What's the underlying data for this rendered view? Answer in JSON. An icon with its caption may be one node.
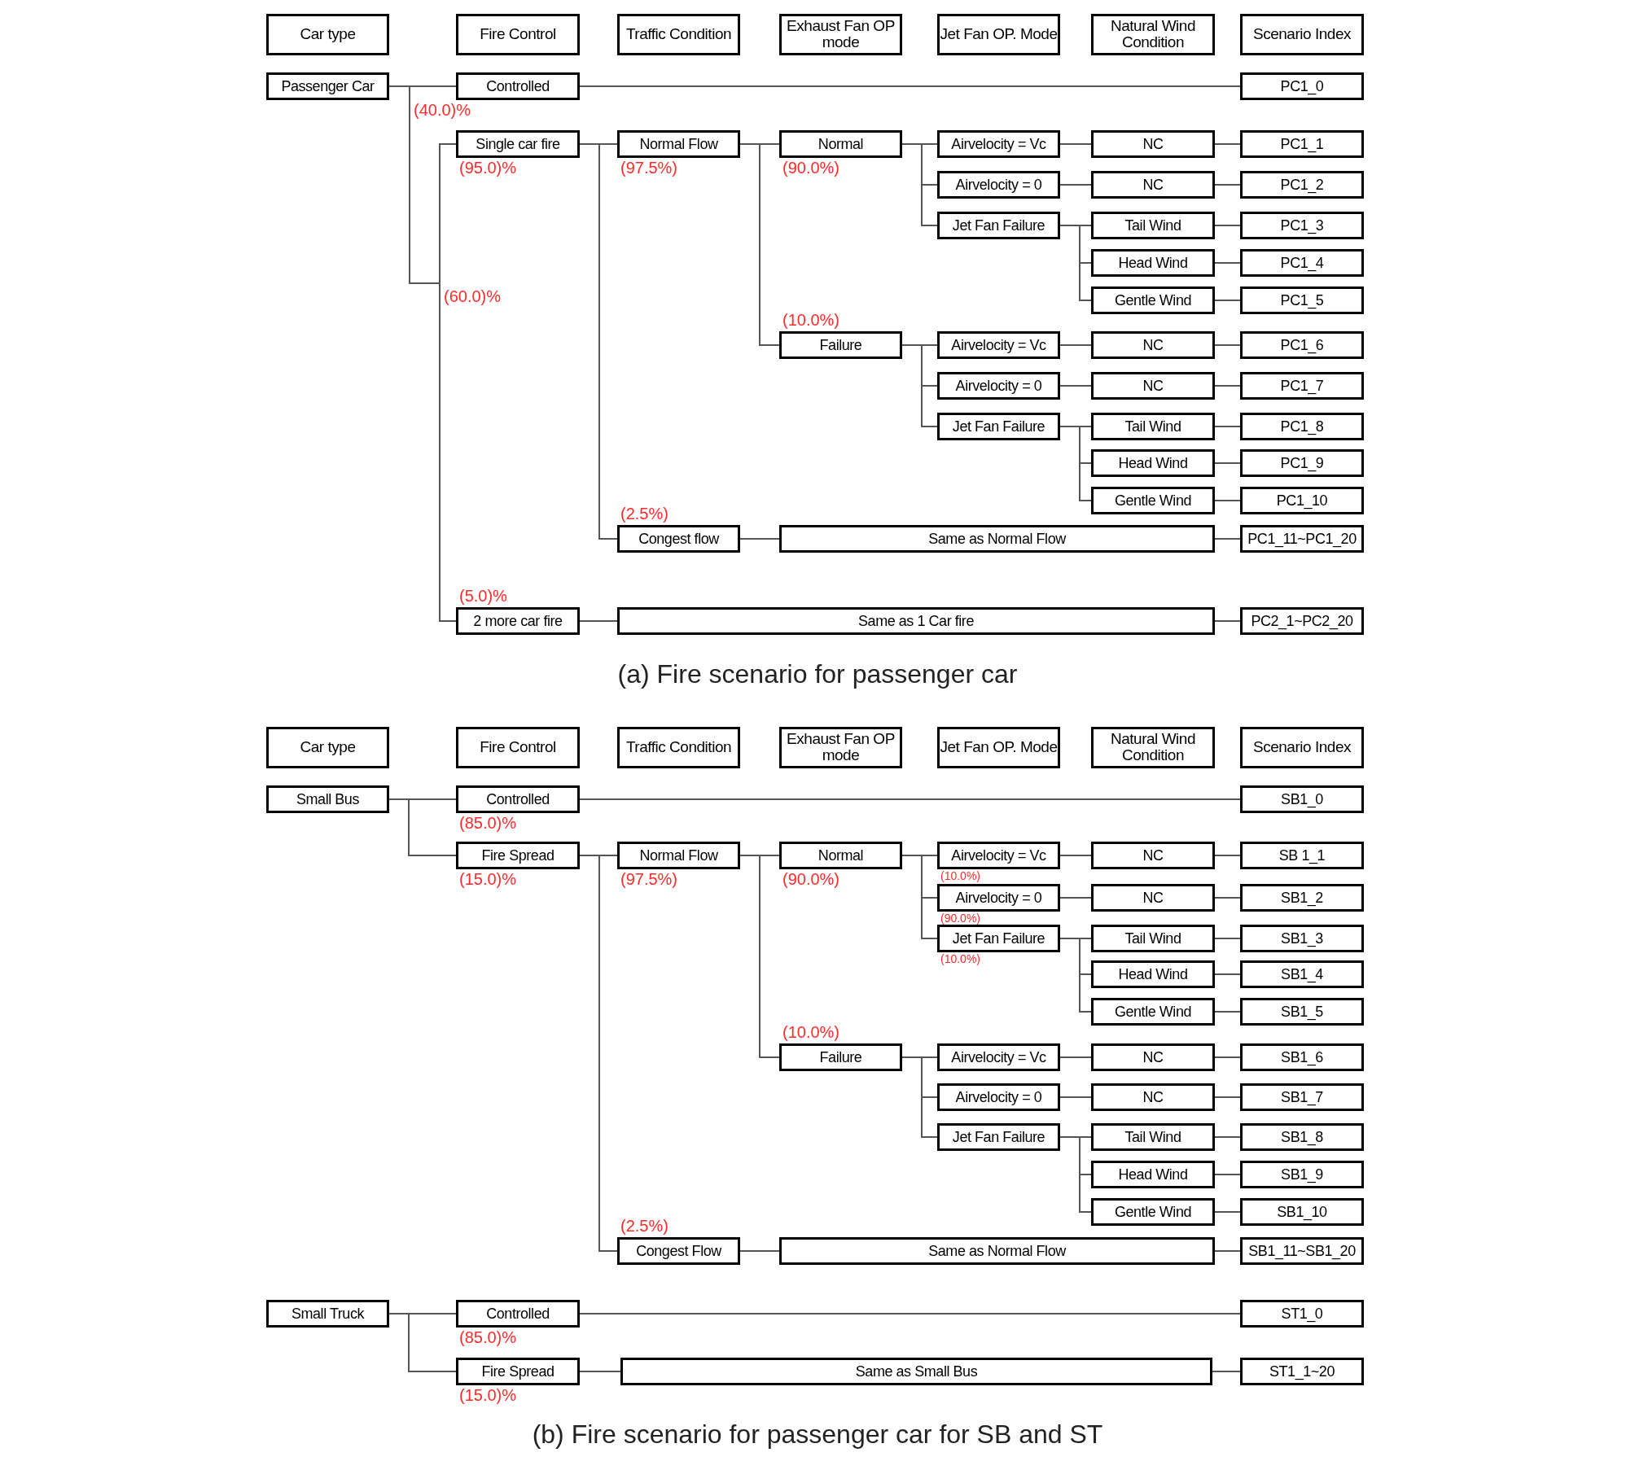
{
  "diagram": {
    "nodes": [
      {
        "text": [
          "Car type"
        ]
      },
      {
        "text": [
          "Fire Control"
        ]
      },
      {
        "text": [
          "Traffic Condition"
        ]
      },
      {
        "text": [
          "Exhaust Fan OP mode"
        ]
      },
      {
        "text": [
          "Jet Fan OP. Mode"
        ]
      },
      {
        "text": [
          "Natural Wind Condition"
        ]
      },
      {
        "text": [
          "Scenario Index"
        ]
      },
      {
        "text": [
          "Passenger Car"
        ]
      },
      {
        "text": [
          "Controlled"
        ],
        "beside": [
          "(40.0)%"
        ]
      },
      {
        "text": [
          "PC1_0"
        ]
      },
      {
        "text": [
          "Single car fire"
        ],
        "beside": [
          "(95.0)%"
        ]
      },
      {
        "text": [
          "Normal Flow"
        ],
        "beside": [
          "(97.5%)"
        ]
      },
      {
        "text": [
          "Normal"
        ],
        "beside": [
          "(90.0%)"
        ]
      },
      {
        "text": [
          "Airvelocity = Vc"
        ]
      },
      {
        "text": [
          "NC"
        ]
      },
      {
        "text": [
          "PC1_1"
        ]
      },
      {
        "text": [
          "Airvelocity = 0"
        ]
      },
      {
        "text": [
          "NC"
        ]
      },
      {
        "text": [
          "PC1_2"
        ]
      },
      {
        "text": [
          "Jet Fan Failure"
        ]
      },
      {
        "text": [
          "Tail Wind"
        ]
      },
      {
        "text": [
          "PC1_3"
        ]
      },
      {
        "text": [
          "Head Wind"
        ]
      },
      {
        "text": [
          "PC1_4"
        ]
      },
      {
        "text": [
          "Gentle Wind"
        ]
      },
      {
        "text": [
          "PC1_5"
        ]
      },
      {
        "text": [
          "Failure"
        ],
        "beside": [
          "(10.0%)"
        ]
      },
      {
        "text": [
          "Airvelocity = Vc"
        ]
      },
      {
        "text": [
          "NC"
        ]
      },
      {
        "text": [
          "PC1_6"
        ]
      },
      {
        "text": [
          "Airvelocity = 0"
        ]
      },
      {
        "text": [
          "NC"
        ]
      },
      {
        "text": [
          "PC1_7"
        ]
      },
      {
        "text": [
          "Jet Fan Failure"
        ]
      },
      {
        "text": [
          "Tail Wind"
        ]
      },
      {
        "text": [
          "PC1_8"
        ]
      },
      {
        "text": [
          "Head Wind"
        ]
      },
      {
        "text": [
          "PC1_9"
        ]
      },
      {
        "text": [
          "Gentle Wind"
        ]
      },
      {
        "text": [
          "PC1_10"
        ]
      },
      {
        "text": [
          "Congest flow"
        ],
        "beside": [
          "(2.5%)"
        ]
      },
      {
        "text": [
          "Same as Normal Flow"
        ]
      },
      {
        "text": [
          "PC1_11~PC1_20"
        ]
      },
      {
        "text": [
          "2 more car fire"
        ],
        "beside": [
          "(5.0)%"
        ]
      },
      {
        "text": [
          "Same as 1 Car fire"
        ]
      },
      {
        "text": [
          "PC2_1~PC2_20"
        ]
      },
      {
        "text": [
          "Car type"
        ]
      },
      {
        "text": [
          "Fire Control"
        ]
      },
      {
        "text": [
          "Traffic Condition"
        ]
      },
      {
        "text": [
          "Exhaust Fan OP mode"
        ]
      },
      {
        "text": [
          "Jet Fan OP. Mode"
        ]
      },
      {
        "text": [
          "Natural Wind Condition"
        ]
      },
      {
        "text": [
          "Scenario Index"
        ]
      },
      {
        "text": [
          "Small Bus"
        ]
      },
      {
        "text": [
          "Controlled"
        ],
        "beside": [
          "(85.0)%"
        ]
      },
      {
        "text": [
          "SB1_0"
        ]
      },
      {
        "text": [
          "Fire Spread"
        ],
        "beside": [
          "(15.0)%"
        ]
      },
      {
        "text": [
          "Normal Flow"
        ],
        "beside": [
          "(97.5%)"
        ]
      },
      {
        "text": [
          "Normal"
        ],
        "beside": [
          "(90.0%)"
        ]
      },
      {
        "text": [
          "Airvelocity = Vc"
        ],
        "beside": [
          "(10.0%)"
        ]
      },
      {
        "text": [
          "NC"
        ]
      },
      {
        "text": [
          "SB 1_1"
        ]
      },
      {
        "text": [
          "Airvelocity = 0"
        ],
        "beside": [
          "(90.0%)"
        ]
      },
      {
        "text": [
          "NC"
        ]
      },
      {
        "text": [
          "SB1_2"
        ]
      },
      {
        "text": [
          "Jet Fan Failure"
        ],
        "beside": [
          "(10.0%)"
        ]
      },
      {
        "text": [
          "Tail Wind"
        ]
      },
      {
        "text": [
          "SB1_3"
        ]
      },
      {
        "text": [
          "Head Wind"
        ]
      },
      {
        "text": [
          "SB1_4"
        ]
      },
      {
        "text": [
          "Gentle Wind"
        ]
      },
      {
        "text": [
          "SB1_5"
        ]
      },
      {
        "text": [
          "Failure"
        ],
        "beside": [
          "(10.0%)"
        ]
      },
      {
        "text": [
          "Airvelocity = Vc"
        ]
      },
      {
        "text": [
          "NC"
        ]
      },
      {
        "text": [
          "SB1_6"
        ]
      },
      {
        "text": [
          "Airvelocity = 0"
        ]
      },
      {
        "text": [
          "NC"
        ]
      },
      {
        "text": [
          "SB1_7"
        ]
      },
      {
        "text": [
          "Jet Fan Failure"
        ]
      },
      {
        "text": [
          "Tail Wind"
        ]
      },
      {
        "text": [
          "SB1_8"
        ]
      },
      {
        "text": [
          "Head Wind"
        ]
      },
      {
        "text": [
          "SB1_9"
        ]
      },
      {
        "text": [
          "Gentle Wind"
        ]
      },
      {
        "text": [
          "SB1_10"
        ]
      },
      {
        "text": [
          "Congest Flow"
        ],
        "beside": [
          "(2.5%)"
        ]
      },
      {
        "text": [
          "Same as Normal Flow"
        ]
      },
      {
        "text": [
          "SB1_11~SB1_20"
        ]
      },
      {
        "text": [
          "Small Truck"
        ]
      },
      {
        "text": [
          "Controlled"
        ],
        "beside": [
          "(85.0)%"
        ]
      },
      {
        "text": [
          "ST1_0"
        ]
      },
      {
        "text": [
          "Fire Spread"
        ],
        "beside": [
          "(15.0)%"
        ]
      },
      {
        "text": [
          "Same as Small Bus"
        ]
      },
      {
        "text": [
          "ST1_1~20"
        ]
      }
    ],
    "edges": [
      {
        "from": 7,
        "to": 8,
        "arrow": "none"
      },
      {
        "from": 8,
        "to": 9,
        "arrow": "none"
      },
      {
        "from": 7,
        "to": 10,
        "arrow": "none"
      },
      {
        "from": 7,
        "to": 43,
        "arrow": "none"
      },
      {
        "from": 10,
        "to": 11,
        "arrow": "none"
      },
      {
        "from": 10,
        "to": 40,
        "arrow": "none"
      },
      {
        "from": 11,
        "to": 12,
        "arrow": "none"
      },
      {
        "from": 11,
        "to": 26,
        "arrow": "none"
      },
      {
        "from": 12,
        "to": 13,
        "arrow": "none"
      },
      {
        "from": 12,
        "to": 16,
        "arrow": "none"
      },
      {
        "from": 12,
        "to": 19,
        "arrow": "none"
      },
      {
        "from": 13,
        "to": 14,
        "arrow": "none"
      },
      {
        "from": 14,
        "to": 15,
        "arrow": "none"
      },
      {
        "from": 16,
        "to": 17,
        "arrow": "none"
      },
      {
        "from": 17,
        "to": 18,
        "arrow": "none"
      },
      {
        "from": 19,
        "to": 20,
        "arrow": "none"
      },
      {
        "from": 19,
        "to": 22,
        "arrow": "none"
      },
      {
        "from": 19,
        "to": 24,
        "arrow": "none"
      },
      {
        "from": 20,
        "to": 21,
        "arrow": "none"
      },
      {
        "from": 22,
        "to": 23,
        "arrow": "none"
      },
      {
        "from": 24,
        "to": 25,
        "arrow": "none"
      },
      {
        "from": 26,
        "to": 27,
        "arrow": "none"
      },
      {
        "from": 26,
        "to": 30,
        "arrow": "none"
      },
      {
        "from": 26,
        "to": 33,
        "arrow": "none"
      },
      {
        "from": 27,
        "to": 28,
        "arrow": "none"
      },
      {
        "from": 28,
        "to": 29,
        "arrow": "none"
      },
      {
        "from": 30,
        "to": 31,
        "arrow": "none"
      },
      {
        "from": 31,
        "to": 32,
        "arrow": "none"
      },
      {
        "from": 33,
        "to": 34,
        "arrow": "none"
      },
      {
        "from": 33,
        "to": 36,
        "arrow": "none"
      },
      {
        "from": 33,
        "to": 38,
        "arrow": "none"
      },
      {
        "from": 34,
        "to": 35,
        "arrow": "none"
      },
      {
        "from": 36,
        "to": 37,
        "arrow": "none"
      },
      {
        "from": 38,
        "to": 39,
        "arrow": "none"
      },
      {
        "from": 40,
        "to": 41,
        "arrow": "none"
      },
      {
        "from": 41,
        "to": 42,
        "arrow": "none"
      },
      {
        "from": 43,
        "to": 44,
        "arrow": "none"
      },
      {
        "from": 44,
        "to": 45,
        "arrow": "none"
      },
      {
        "from": 53,
        "to": 54,
        "arrow": "none"
      },
      {
        "from": 54,
        "to": 55,
        "arrow": "none"
      },
      {
        "from": 53,
        "to": 56,
        "arrow": "none"
      },
      {
        "from": 56,
        "to": 57,
        "arrow": "none"
      },
      {
        "from": 56,
        "to": 86,
        "arrow": "none"
      },
      {
        "from": 57,
        "to": 58,
        "arrow": "none"
      },
      {
        "from": 57,
        "to": 72,
        "arrow": "none"
      },
      {
        "from": 58,
        "to": 59,
        "arrow": "none"
      },
      {
        "from": 58,
        "to": 62,
        "arrow": "none"
      },
      {
        "from": 58,
        "to": 65,
        "arrow": "none"
      },
      {
        "from": 59,
        "to": 60,
        "arrow": "none"
      },
      {
        "from": 60,
        "to": 61,
        "arrow": "none"
      },
      {
        "from": 62,
        "to": 63,
        "arrow": "none"
      },
      {
        "from": 63,
        "to": 64,
        "arrow": "none"
      },
      {
        "from": 65,
        "to": 66,
        "arrow": "none"
      },
      {
        "from": 65,
        "to": 68,
        "arrow": "none"
      },
      {
        "from": 65,
        "to": 70,
        "arrow": "none"
      },
      {
        "from": 66,
        "to": 67,
        "arrow": "none"
      },
      {
        "from": 68,
        "to": 69,
        "arrow": "none"
      },
      {
        "from": 70,
        "to": 71,
        "arrow": "none"
      },
      {
        "from": 72,
        "to": 73,
        "arrow": "none"
      },
      {
        "from": 72,
        "to": 76,
        "arrow": "none"
      },
      {
        "from": 72,
        "to": 79,
        "arrow": "none"
      },
      {
        "from": 73,
        "to": 74,
        "arrow": "none"
      },
      {
        "from": 74,
        "to": 75,
        "arrow": "none"
      },
      {
        "from": 76,
        "to": 77,
        "arrow": "none"
      },
      {
        "from": 77,
        "to": 78,
        "arrow": "none"
      },
      {
        "from": 79,
        "to": 80,
        "arrow": "none"
      },
      {
        "from": 79,
        "to": 82,
        "arrow": "none"
      },
      {
        "from": 79,
        "to": 84,
        "arrow": "none"
      },
      {
        "from": 80,
        "to": 81,
        "arrow": "none"
      },
      {
        "from": 82,
        "to": 83,
        "arrow": "none"
      },
      {
        "from": 84,
        "to": 85,
        "arrow": "none"
      },
      {
        "from": 86,
        "to": 87,
        "arrow": "none"
      },
      {
        "from": 87,
        "to": 88,
        "arrow": "none"
      },
      {
        "from": 89,
        "to": 90,
        "arrow": "none"
      },
      {
        "from": 90,
        "to": 91,
        "arrow": "none"
      },
      {
        "from": 89,
        "to": 92,
        "arrow": "none"
      },
      {
        "from": 92,
        "to": 93,
        "arrow": "none"
      },
      {
        "from": 93,
        "to": 94,
        "arrow": "none"
      }
    ],
    "labels": [
      "(60.0)%",
      "(a) Fire scenario for passenger car",
      "(b) Fire scenario for passenger car for SB and ST"
    ]
  }
}
